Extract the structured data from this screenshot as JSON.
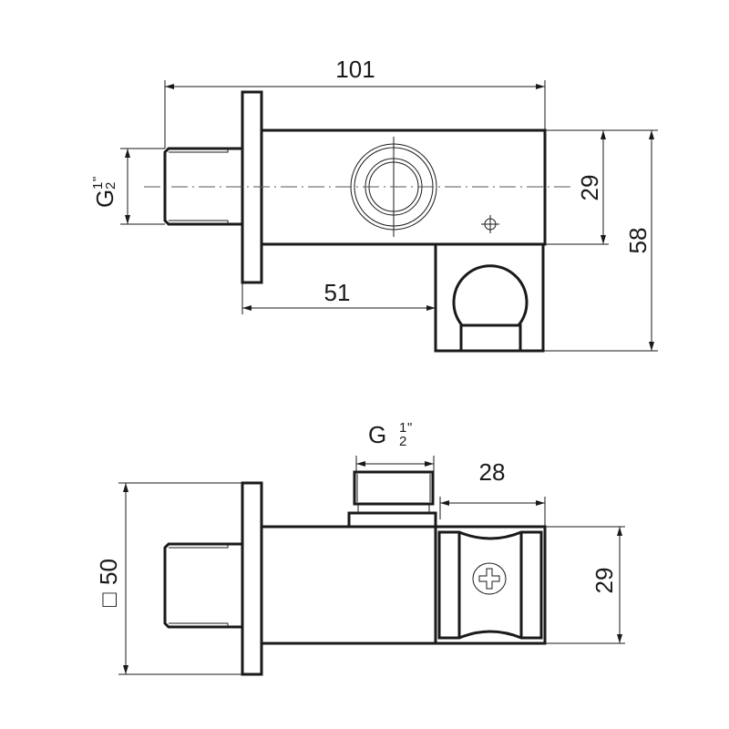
{
  "top_view": {
    "dim_length": "101",
    "dim_offset": "51",
    "dim_body_height": "29",
    "dim_total_height": "58",
    "thread_label": {
      "prefix": "G",
      "numerator": "1",
      "denominator": "2",
      "unit": "\""
    }
  },
  "bottom_view": {
    "thread_label": {
      "prefix": "G",
      "numerator": "1",
      "denominator": "2",
      "unit": "\""
    },
    "dim_handle_width": "28",
    "dim_body_height": "29",
    "dim_flange": "50",
    "square_symbol": "□"
  }
}
